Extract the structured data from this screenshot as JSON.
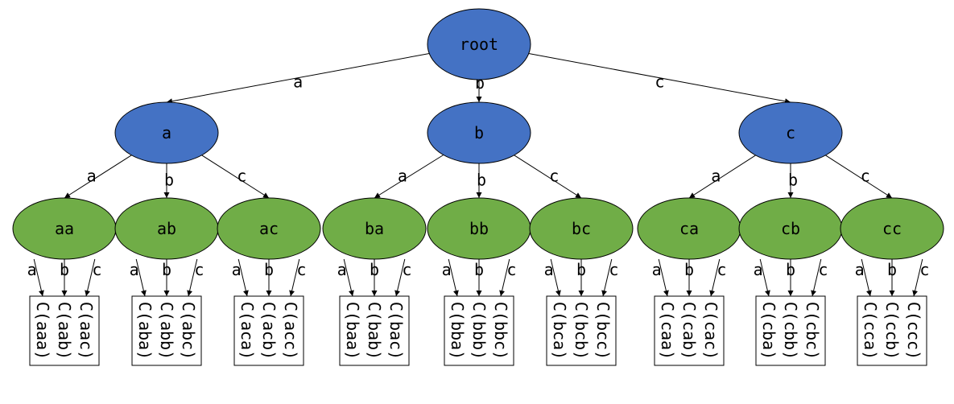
{
  "colors": {
    "level0": "#4472C4",
    "level1": "#4472C4",
    "level2": "#70AD47",
    "stroke": "#000000",
    "leafBox": "#ffffff"
  },
  "tree": {
    "label": "root",
    "children": [
      {
        "edge": "a",
        "label": "a",
        "children": [
          {
            "edge": "a",
            "label": "aa",
            "leaves": [
              {
                "edge": "a",
                "label": "C(aaa)"
              },
              {
                "edge": "b",
                "label": "C(aab)"
              },
              {
                "edge": "c",
                "label": "C(aac)"
              }
            ]
          },
          {
            "edge": "b",
            "label": "ab",
            "leaves": [
              {
                "edge": "a",
                "label": "C(aba)"
              },
              {
                "edge": "b",
                "label": "C(abb)"
              },
              {
                "edge": "c",
                "label": "C(abc)"
              }
            ]
          },
          {
            "edge": "c",
            "label": "ac",
            "leaves": [
              {
                "edge": "a",
                "label": "C(aca)"
              },
              {
                "edge": "b",
                "label": "C(acb)"
              },
              {
                "edge": "c",
                "label": "C(acc)"
              }
            ]
          }
        ]
      },
      {
        "edge": "b",
        "label": "b",
        "children": [
          {
            "edge": "a",
            "label": "ba",
            "leaves": [
              {
                "edge": "a",
                "label": "C(baa)"
              },
              {
                "edge": "b",
                "label": "C(bab)"
              },
              {
                "edge": "c",
                "label": "C(bac)"
              }
            ]
          },
          {
            "edge": "b",
            "label": "bb",
            "leaves": [
              {
                "edge": "a",
                "label": "C(bba)"
              },
              {
                "edge": "b",
                "label": "C(bbb)"
              },
              {
                "edge": "c",
                "label": "C(bbc)"
              }
            ]
          },
          {
            "edge": "c",
            "label": "bc",
            "leaves": [
              {
                "edge": "a",
                "label": "C(bca)"
              },
              {
                "edge": "b",
                "label": "C(bcb)"
              },
              {
                "edge": "c",
                "label": "C(bcc)"
              }
            ]
          }
        ]
      },
      {
        "edge": "c",
        "label": "c",
        "children": [
          {
            "edge": "a",
            "label": "ca",
            "leaves": [
              {
                "edge": "a",
                "label": "C(caa)"
              },
              {
                "edge": "b",
                "label": "C(cab)"
              },
              {
                "edge": "c",
                "label": "C(cac)"
              }
            ]
          },
          {
            "edge": "b",
            "label": "cb",
            "leaves": [
              {
                "edge": "a",
                "label": "C(cba)"
              },
              {
                "edge": "b",
                "label": "C(cbb)"
              },
              {
                "edge": "c",
                "label": "C(cbc)"
              }
            ]
          },
          {
            "edge": "c",
            "label": "cc",
            "leaves": [
              {
                "edge": "a",
                "label": "C(cca)"
              },
              {
                "edge": "b",
                "label": "C(ccb)"
              },
              {
                "edge": "c",
                "label": "C(ccc)"
              }
            ]
          }
        ]
      }
    ]
  }
}
